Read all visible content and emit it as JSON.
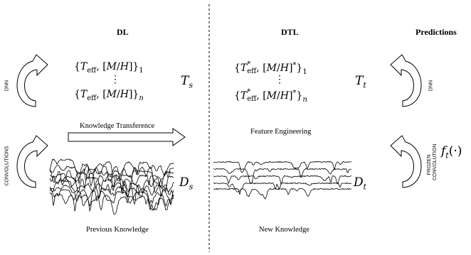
{
  "headers": {
    "dl": "DL",
    "dtl": "DTL",
    "predictions": "Predictions"
  },
  "dl_params": {
    "first": "{T_eff, [M/H]}_1",
    "dots": "⋮",
    "last": "{T_eff, [M/H]}_n"
  },
  "dtl_params": {
    "first": "{T*_eff, [M/H]*}_1",
    "dots": "⋮",
    "last": "{T*_eff, [M/H]*}_n"
  },
  "symbols": {
    "ts": "T_s",
    "tt": "T_t",
    "ds": "D_s",
    "dt": "D_t",
    "ft": "f_t(·)"
  },
  "side_labels": {
    "dnn_left": "DNN",
    "convolutions": "CONVOLUTIONS",
    "dnn_right": "DNN",
    "frozen_convolution": "FROZEN CONVOLUTION"
  },
  "captions": {
    "knowledge_transference": "Knowledge Transference",
    "feature_engineering": "Feature Engineering",
    "previous_knowledge": "Previous Knowledge",
    "new_knowledge": "New Knowledge"
  }
}
